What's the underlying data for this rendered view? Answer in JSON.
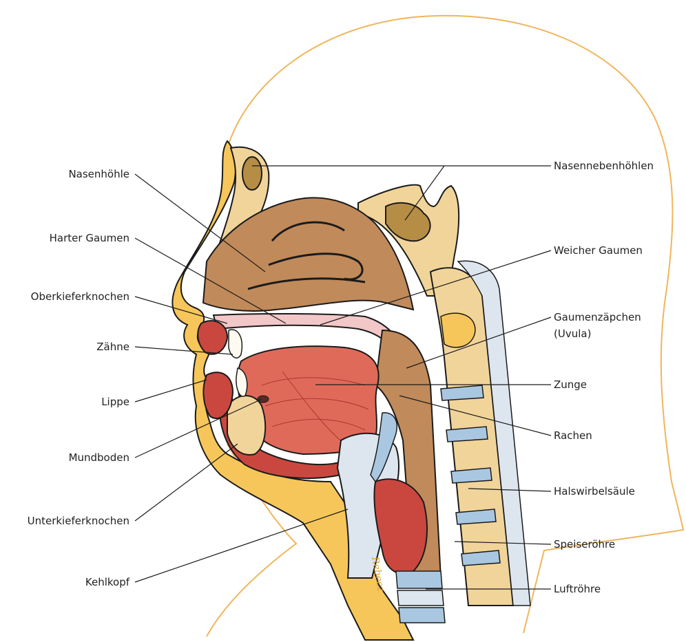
{
  "colors": {
    "outline": "#f0b55a",
    "skin": "#f6c65a",
    "bone": "#f1d49a",
    "bone_dots": "#a47a44",
    "cavity": "#c08a5a",
    "tongue": "#e06a5a",
    "muscle": "#c9473f",
    "cartilage": "#a9c7e0",
    "mucosa": "#f2c7c7",
    "sinus": "#b68d45",
    "line": "#1a1a1a"
  },
  "labels": {
    "left": [
      {
        "id": "nasenhoehle",
        "text": "Nasenhöhle"
      },
      {
        "id": "harter-gaumen",
        "text": "Harter Gaumen"
      },
      {
        "id": "oberkieferknochen",
        "text": "Oberkieferknochen"
      },
      {
        "id": "zaehne",
        "text": "Zähne"
      },
      {
        "id": "lippe",
        "text": "Lippe"
      },
      {
        "id": "mundboden",
        "text": "Mundboden"
      },
      {
        "id": "unterkieferknochen",
        "text": "Unterkieferknochen"
      },
      {
        "id": "kehlkopf",
        "text": "Kehlkopf"
      }
    ],
    "right": [
      {
        "id": "nasennebenhoehlen",
        "text": "Nasennebenhöhlen"
      },
      {
        "id": "weicher-gaumen",
        "text": "Weicher Gaumen"
      },
      {
        "id": "gaumenzaepfchen",
        "text": "Gaumenzäpchen"
      },
      {
        "id": "uvula",
        "text": "(Uvula)"
      },
      {
        "id": "zunge",
        "text": "Zunge"
      },
      {
        "id": "rachen",
        "text": "Rachen"
      },
      {
        "id": "halswirbelsaeule",
        "text": "Halswirbelsäule"
      },
      {
        "id": "speiseroehre",
        "text": "Speiseröhre"
      },
      {
        "id": "luftroehre",
        "text": "Luftröhre"
      }
    ]
  },
  "signature": "Rebecz"
}
